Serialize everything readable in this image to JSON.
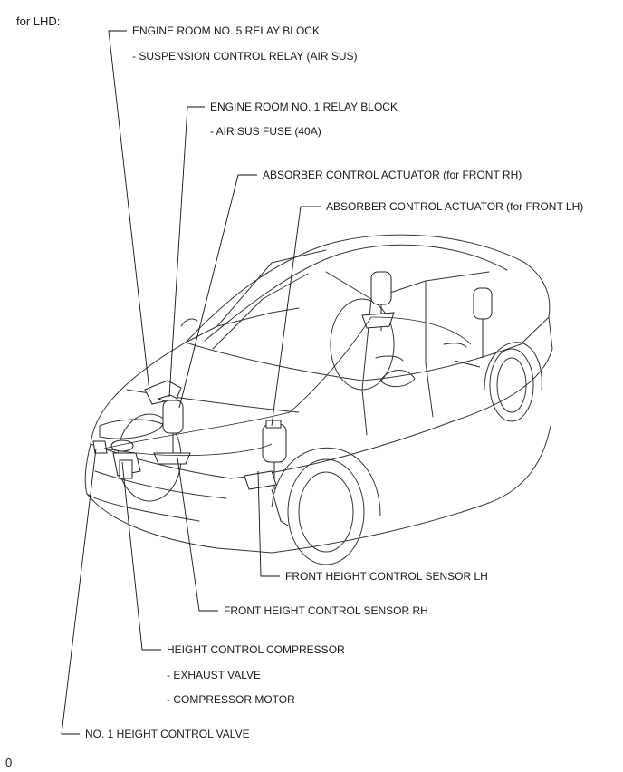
{
  "header": {
    "title": "for LHD:"
  },
  "labels": {
    "relay_block_5": "ENGINE ROOM NO. 5 RELAY BLOCK",
    "relay_block_5_sub": "- SUSPENSION CONTROL RELAY (AIR SUS)",
    "relay_block_1": "ENGINE ROOM NO. 1 RELAY BLOCK",
    "relay_block_1_sub": "- AIR SUS FUSE (40A)",
    "actuator_rh": "ABSORBER CONTROL ACTUATOR (for FRONT RH)",
    "actuator_lh": "ABSORBER CONTROL ACTUATOR (for FRONT LH)",
    "height_sensor_lh": "FRONT HEIGHT CONTROL SENSOR LH",
    "height_sensor_rh": "FRONT HEIGHT CONTROL SENSOR RH",
    "compressor": "HEIGHT CONTROL COMPRESSOR",
    "compressor_sub1": "- EXHAUST VALVE",
    "compressor_sub2": "- COMPRESSOR MOTOR",
    "height_valve": "NO. 1 HEIGHT CONTROL VALVE"
  },
  "footer": {
    "code": "0"
  }
}
